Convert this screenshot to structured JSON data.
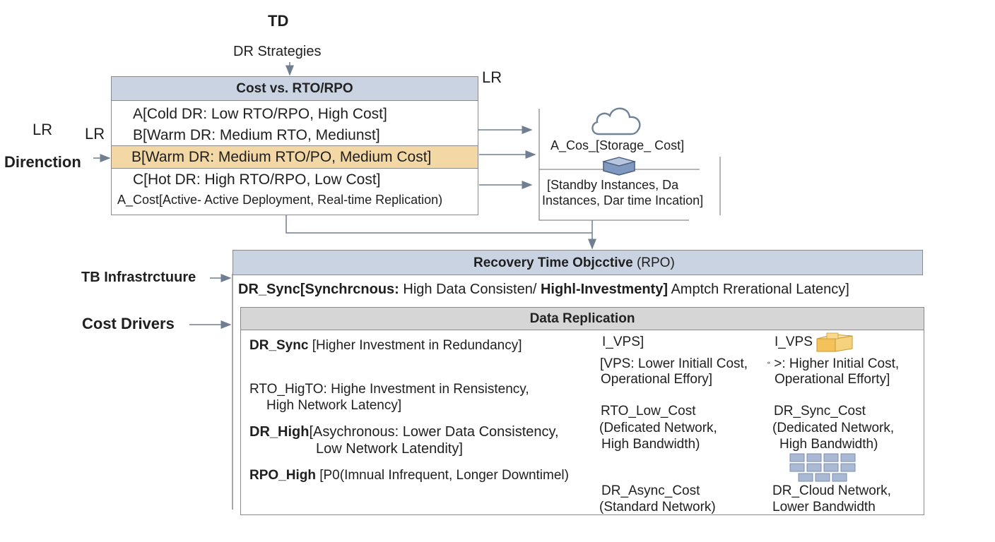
{
  "top": {
    "td": "TD",
    "dr_strategies": "DR Strategies",
    "lr_right": "LR",
    "lr_left_1": "LR",
    "lr_left_2": "LR",
    "direnction": "Direnction"
  },
  "cost_box": {
    "title": "Cost vs. RTO/RPO",
    "rows": [
      "A[Cold DR: Low RTO/RPO, High Cost]",
      "B[Warm DR: Medium RTO, Mediunst]",
      "B[Warm DR: Medium RTO/PO, Medium Cost]",
      "C[Hot DR: High RTO/RPO, Low Cost]",
      "A_Cost[Active- Active Deployment, Real-time Replication)"
    ],
    "highlight_color": "#f3d7a5"
  },
  "cloud_group": {
    "storage_label": "A_Cos_[Storage_ Cost]",
    "instances_line1": "[Standby Instances, Da",
    "instances_line2": "Instances, Dar time Incation]",
    "icons": [
      "cloud-icon",
      "server-icon"
    ]
  },
  "left_labels": {
    "infra": "TB Infrastrctuure",
    "cost_drivers": "Cost Drivers"
  },
  "rto_panel": {
    "title_bold": "Recovery Time Objcctive",
    "title_normal": "(RPO)",
    "sync_bold": "DR_Sync",
    "sync_mid": "[Synchrcnous:",
    "sync_rest1": "High Data Consisten",
    "sync_mid2": "Highl-Investmenty]",
    "sync_rest2": "Amptch Rrerational Latency]"
  },
  "replication": {
    "title": "Data Replication",
    "left": [
      {
        "bold": "DR_Sync",
        "text": "[Higher Investment in Redundancy]"
      },
      {
        "bold": "",
        "text": "RTO_HigTO: Highe Investment in Rensistency,",
        "text2": "High Network Latency]"
      },
      {
        "bold": "DR_High",
        "text": "[Asychronous: Lower Data Consistency,",
        "text2": "Low Network Latendity]"
      },
      {
        "bold": "RPO_High",
        "text": "[P0(Imnual Infrequent, Longer Downtimel)"
      }
    ],
    "mid": {
      "ivps": "I_VPS]",
      "vps1": "[VPS: Lower Initiall Cost,",
      "vps2": "Operational Effory]",
      "rto1": "RTO_Low_Cost",
      "rto2": "(Deficated Network,",
      "rto3": "High Bandwidth)",
      "async1": "DR_Async_Cost",
      "async2": "(Standard Network)"
    },
    "right": {
      "ivps": "I_VPS",
      "hic1": ">: Higher Initial Cost,",
      "hic2": "Operational Efforty]",
      "sync1": "DR_Sync_Cost",
      "sync2": "(Dedicated Network,",
      "sync3": "High Bandwidth)",
      "cloud1": "DR_Cloud Network,",
      "cloud2": "Lower Bandwidth"
    },
    "icons": [
      "box-icon",
      "grid-blocks-icon"
    ]
  }
}
